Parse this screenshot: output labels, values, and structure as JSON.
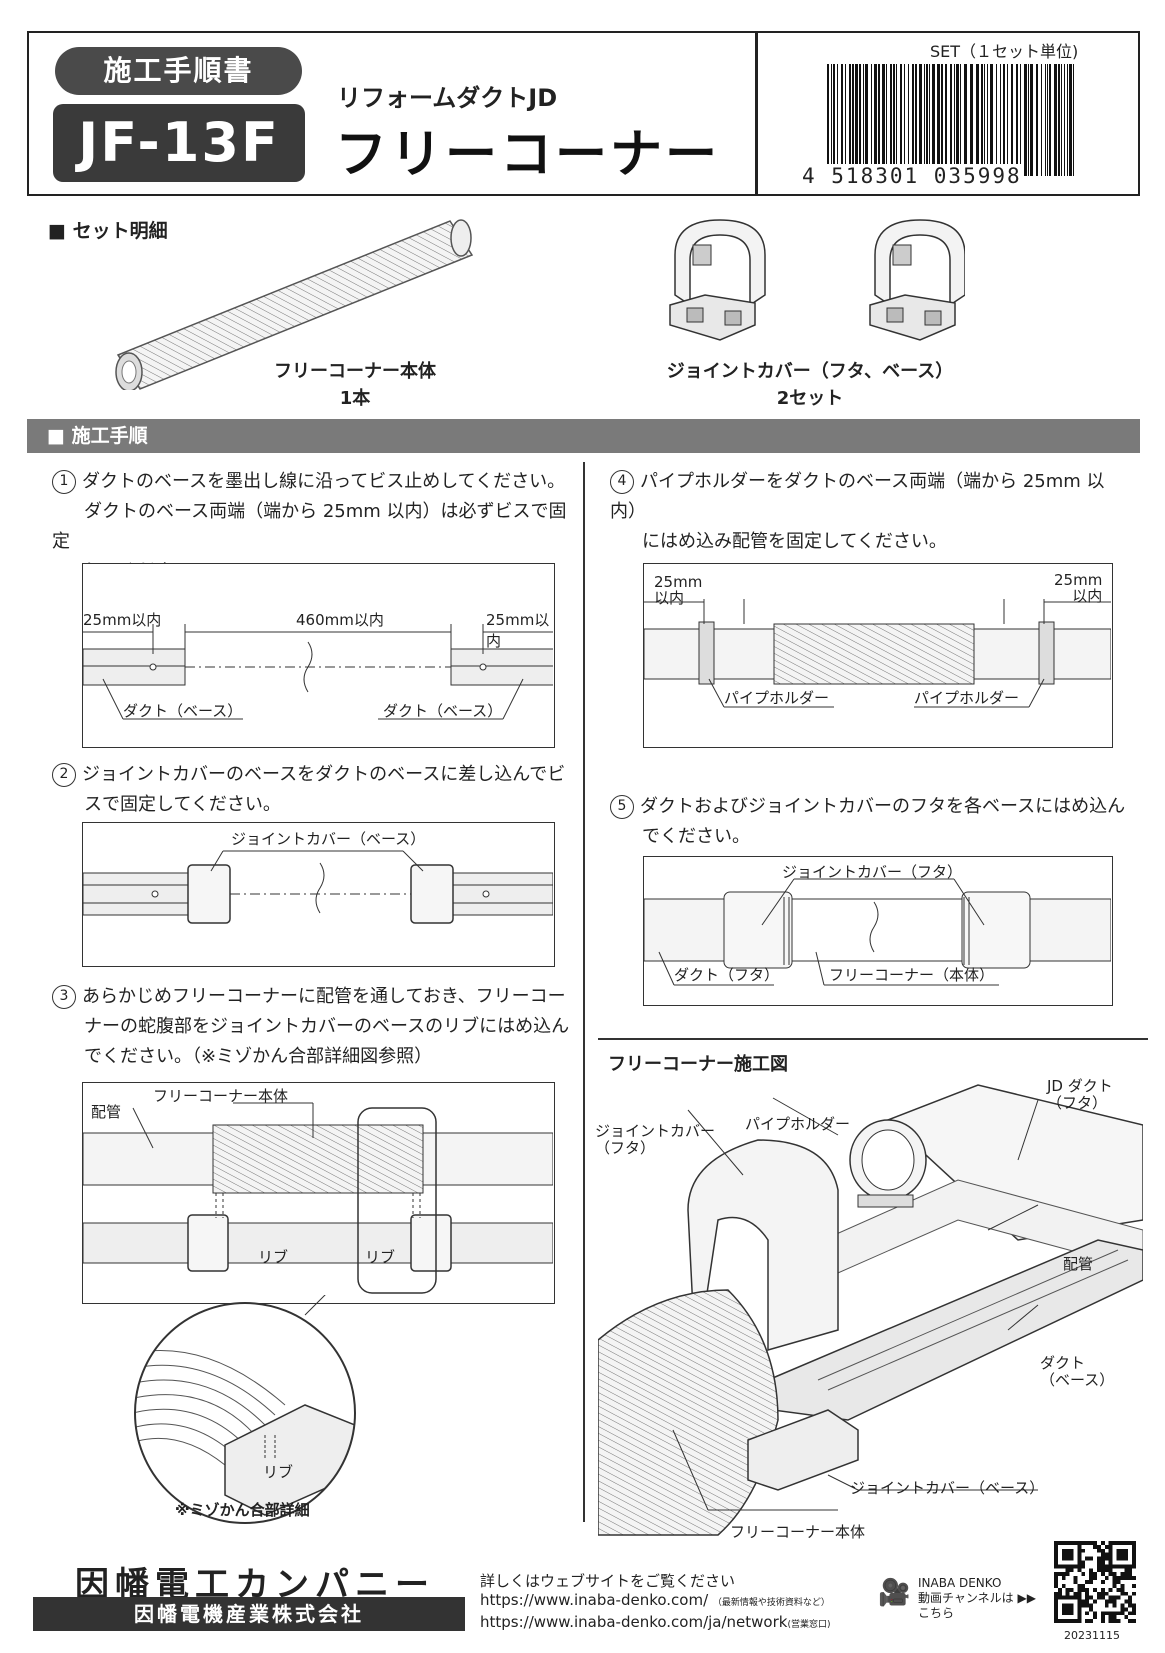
{
  "header": {
    "doc_type": "施工手順書",
    "model": "JF-13F",
    "series": "リフォームダクトJD",
    "product_name": "フリーコーナー",
    "set_unit": "SET（１セット単位)",
    "barcode_number": "4 518301 035998"
  },
  "set_contents": {
    "heading": "■ セット明細",
    "items": [
      {
        "name": "フリーコーナー本体",
        "qty": "1本"
      },
      {
        "name": "ジョイントカバー（フタ、ベース）",
        "qty": "2セット"
      }
    ]
  },
  "procedure": {
    "heading": "■ 施工手順",
    "steps": [
      {
        "num": "1",
        "text1": "ダクトのベースを墨出し線に沿ってビス止めしてください。",
        "text2": "ダクトのベース両端（端から 25mm 以内）は必ずビスで固定",
        "text3": "してください。"
      },
      {
        "num": "2",
        "text1": "ジョイントカバーのベースをダクトのベースに差し込んでビ",
        "text2": "スで固定してください。"
      },
      {
        "num": "3",
        "text1": "あらかじめフリーコーナーに配管を通しておき、フリーコー",
        "text2": "ナーの蛇腹部をジョイントカバーのベースのリブにはめ込ん",
        "text3": "でください。（※ミゾかん合部詳細図参照）"
      },
      {
        "num": "4",
        "text1": "パイプホルダーをダクトのベース両端（端から 25mm 以内）",
        "text2": "にはめ込み配管を固定してください。"
      },
      {
        "num": "5",
        "text1": "ダクトおよびジョイントカバーのフタを各ベースにはめ込ん",
        "text2": "でください。"
      }
    ],
    "diag1": {
      "l25": "25mm以内",
      "mid": "460mm以内",
      "r25": "25mm以内",
      "duct_l": "ダクト（ベース）",
      "duct_r": "ダクト（ベース）"
    },
    "diag2": {
      "label": "ジョイントカバー（ベース）"
    },
    "diag3": {
      "body": "フリーコーナー本体",
      "pipe": "配管",
      "rib_l": "リブ",
      "rib_r": "リブ",
      "rib_detail": "リブ",
      "detail_caption": "※ミゾかん合部詳細"
    },
    "diag4": {
      "l25a": "25mm",
      "l25b": "以内",
      "r25a": "25mm",
      "r25b": "以内",
      "holder_l": "パイプホルダー",
      "holder_r": "パイプホルダー"
    },
    "diag5": {
      "cover": "ジョイントカバー（フタ）",
      "duct": "ダクト（フタ）",
      "body": "フリーコーナー（本体）"
    }
  },
  "install_figure": {
    "title": "フリーコーナー施工図",
    "jd_duct": "JD ダクト",
    "jd_duct2": "（フタ）",
    "cover_lid": "ジョイントカバー",
    "cover_lid2": "（フタ）",
    "holder": "パイプホルダー",
    "pipe": "配管",
    "duct_base": "ダクト",
    "duct_base2": "（ベース）",
    "cover_base": "ジョイントカバー（ベース）",
    "body": "フリーコーナー本体"
  },
  "footer": {
    "company_logo": "因幡電工カンパニー",
    "company_name": "因幡電機産業株式会社",
    "web_intro": "詳しくはウェブサイトをご覧ください",
    "url1": "https://www.inaba-denko.com/",
    "url1_note": "（最新情報や技術資料など）",
    "url2": "https://www.inaba-denko.com/ja/network",
    "url2_note": "(営業窓口)",
    "yt1": "INABA DENKO",
    "yt2": "動画チャンネルは",
    "yt3": "こちら",
    "date": "20231115"
  }
}
